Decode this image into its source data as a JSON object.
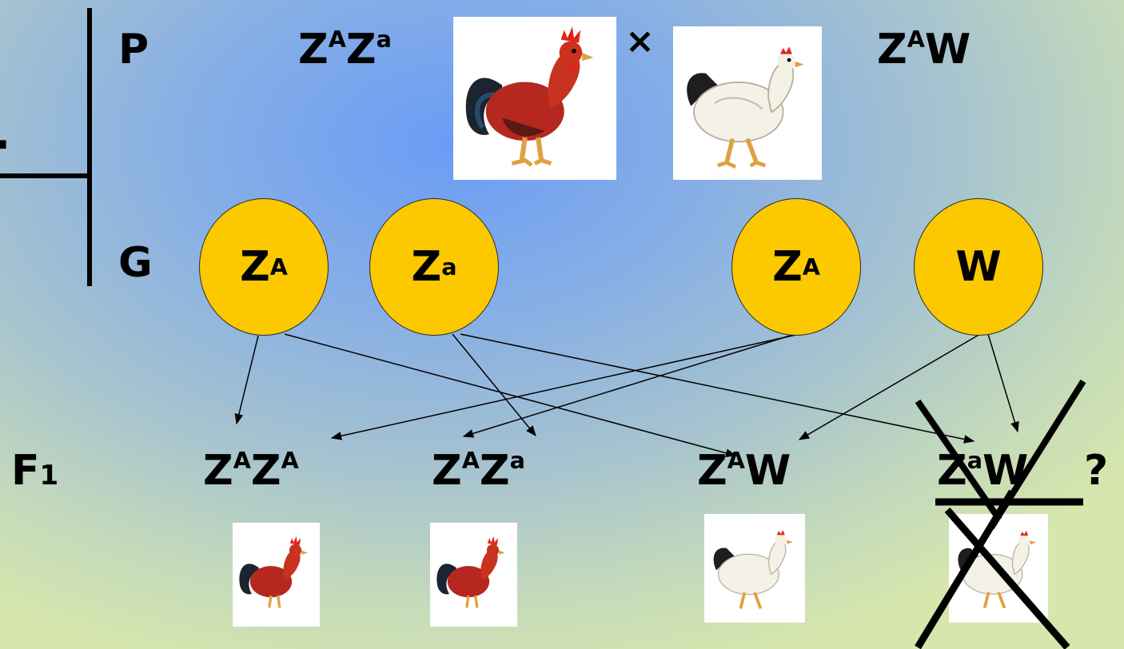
{
  "labels": {
    "parent_row": "P",
    "gamete_row": "G",
    "f1_row": "F",
    "f1_sub": "1",
    "cross_symbol": "×",
    "question": "?",
    "stray_dot": "."
  },
  "genotypes": {
    "male_parent": {
      "a1": "Z",
      "s1": "A",
      "a2": "Z",
      "s2": "a"
    },
    "female_parent": {
      "a1": "Z",
      "s1": "A",
      "a2": "W"
    },
    "f1_1": {
      "a1": "Z",
      "s1": "A",
      "a2": "Z",
      "s2": "A"
    },
    "f1_2": {
      "a1": "Z",
      "s1": "A",
      "a2": "Z",
      "s2": "a"
    },
    "f1_3": {
      "a1": "Z",
      "s1": "A",
      "a2": "W"
    },
    "f1_4": {
      "a1": "Z",
      "s1": "a",
      "a2": "W"
    }
  },
  "gametes": [
    {
      "base": "Z",
      "sup": "A"
    },
    {
      "base": "Z",
      "sup": "a"
    },
    {
      "base": "Z",
      "sup": "A"
    },
    {
      "base": "W",
      "sup": ""
    }
  ],
  "colors": {
    "gamete_fill": "#fcc800",
    "rooster_body": "#b5281f",
    "rooster_tail": "#1c2430",
    "hen_body": "#f4f1e6",
    "comb": "#e0231b",
    "legs": "#e0a040"
  },
  "icons": {
    "rooster": "rooster-picture",
    "hen": "hen-picture"
  }
}
